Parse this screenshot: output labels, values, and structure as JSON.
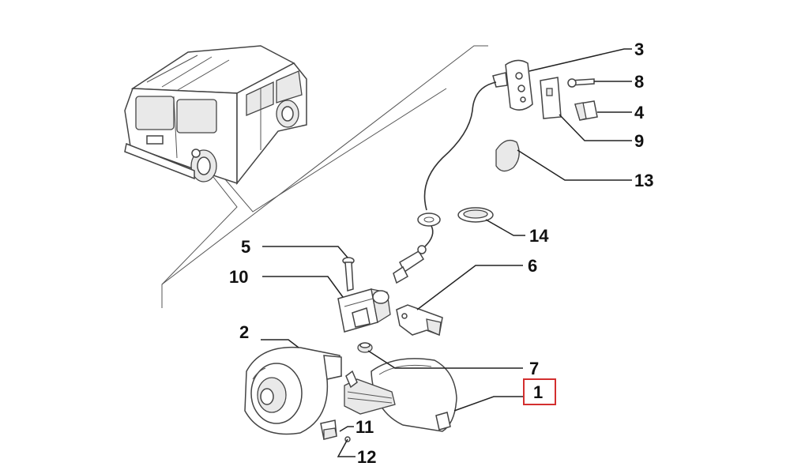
{
  "labels": {
    "l1": "1",
    "l2": "2",
    "l3": "3",
    "l4": "4",
    "l5": "5",
    "l6": "6",
    "l7": "7",
    "l8": "8",
    "l9": "9",
    "l10": "10",
    "l11": "11",
    "l12": "12",
    "l13": "13",
    "l14": "14"
  },
  "colors": {
    "highlight_box": "#d32f2f",
    "line": "#333333"
  },
  "highlighted_label": "1"
}
